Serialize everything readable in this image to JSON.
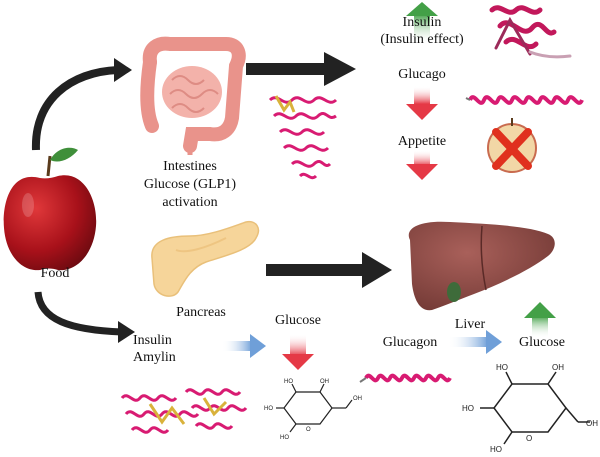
{
  "labels": {
    "food": "Food",
    "intestines": "Intestines",
    "glucose_glp1": "Glucose (GLP1)",
    "activation": "activation",
    "insulin_top": "Insulin",
    "insulin_effect": "(Insulin effect)",
    "glucago": "Glucago",
    "appetite": "Appetite",
    "pancreas": "Pancreas",
    "insulin": "Insulin",
    "amylin": "Amylin",
    "glucose_mid": "Glucose",
    "glucagon": "Glucagon",
    "liver": "Liver",
    "glucose_right": "Glucose"
  },
  "molecule_labels": {
    "ho": "HO",
    "oh": "OH",
    "o": "O"
  },
  "colors": {
    "apple": "#b0141c",
    "intestine": "#f1aaa3",
    "pancreas": "#f6d59a",
    "liver": "#8a4a46",
    "protein": "#d81b72",
    "protein_accent": "#d9b23b",
    "arrow_dark": "#222222",
    "arrow_blue": "#7ea7d8",
    "increase": "#4caf50",
    "decrease": "#e43c4b",
    "cross": "#e0301e"
  }
}
